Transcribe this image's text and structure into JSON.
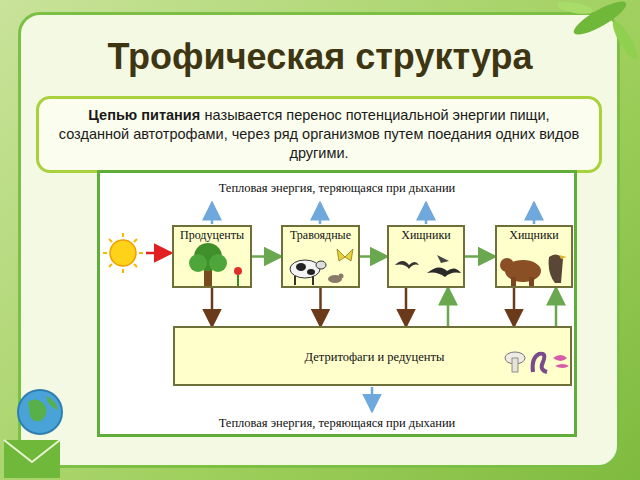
{
  "diagram": {
    "title": "Трофическая структура",
    "nodes": [
      {
        "text": [
          "Цепью питания",
          "называется перенос потенциальной энергии пищи, созданной автотрофами, через ряд организмов путем поедания одних видов другими."
        ]
      },
      {
        "text": [
          "Тепловая энергия, теряющаяся при дыхании",
          "Тепловая энергия, теряющаяся при дыхании"
        ]
      },
      {
        "text": [
          "Продуценты"
        ],
        "in": 1
      },
      {
        "text": [
          "Травоядные"
        ],
        "in": 1
      },
      {
        "text": [
          "Хищники"
        ],
        "in": 1
      },
      {
        "text": [
          "Хищники"
        ],
        "in": 1
      },
      {
        "text": [
          "Детритофаги и редуценты"
        ],
        "in": 1
      }
    ],
    "edges": [
      {
        "from": 2,
        "to": 3,
        "arrow": "to"
      },
      {
        "from": 3,
        "to": 4,
        "arrow": "to"
      },
      {
        "from": 4,
        "to": 5,
        "arrow": "to"
      },
      {
        "from": 2,
        "to": 6,
        "arrow": "to"
      },
      {
        "from": 3,
        "to": 6,
        "arrow": "to"
      },
      {
        "from": 4,
        "to": 6,
        "arrow": "to"
      },
      {
        "from": 5,
        "to": 6,
        "arrow": "to"
      },
      {
        "from": 6,
        "to": 4,
        "arrow": "to"
      },
      {
        "from": 6,
        "to": 5,
        "arrow": "to"
      }
    ]
  }
}
